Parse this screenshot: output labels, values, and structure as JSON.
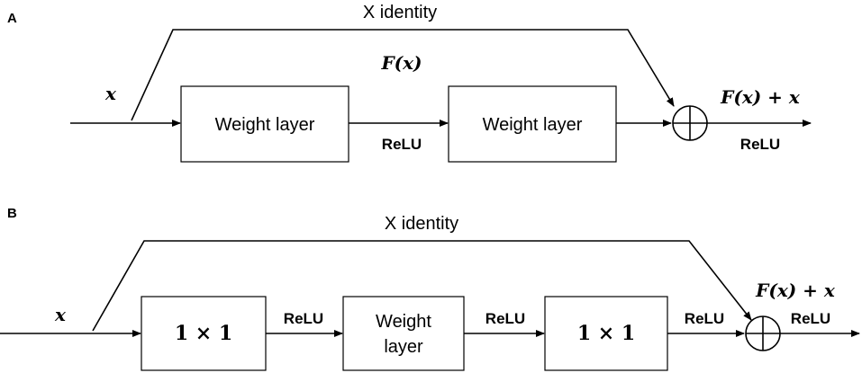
{
  "panel_a": {
    "label": "A",
    "identity_label": "X identity",
    "fx_label": "F(x)",
    "input_label": "x",
    "output_label": "F(x) + x",
    "layer1": "Weight layer",
    "layer2": "Weight layer",
    "relu_mid": "ReLU",
    "relu_out": "ReLU"
  },
  "panel_b": {
    "label": "B",
    "identity_label": "X identity",
    "input_label": "x",
    "output_label": "F(x) + x",
    "conv1": "1 × 1",
    "weight_line1": "Weight",
    "weight_line2": "layer",
    "conv2": "1 × 1",
    "relu1": "ReLU",
    "relu2": "ReLU",
    "relu3": "ReLU",
    "relu_out": "ReLU"
  }
}
